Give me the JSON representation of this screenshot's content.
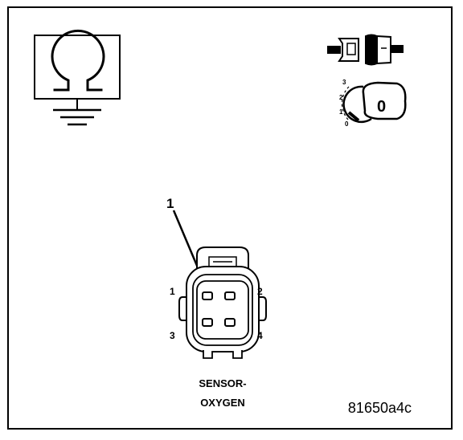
{
  "callout": {
    "number": "1"
  },
  "connector": {
    "pins": {
      "p1": "1",
      "p2": "2",
      "p3": "3",
      "p4": "4"
    },
    "label_line1": "SENSOR-",
    "label_line2": "OXYGEN"
  },
  "ignition": {
    "positions": {
      "pos3": "3",
      "pos2": "2",
      "pos1": "1",
      "pos0": "0"
    },
    "key_label": "0"
  },
  "figure_id": "81650a4c",
  "icons": [
    "ohmmeter-ground-icon",
    "disconnect-connector-icon",
    "ignition-key-off-icon"
  ],
  "colors": {
    "ink": "#000000",
    "paper": "#ffffff"
  }
}
